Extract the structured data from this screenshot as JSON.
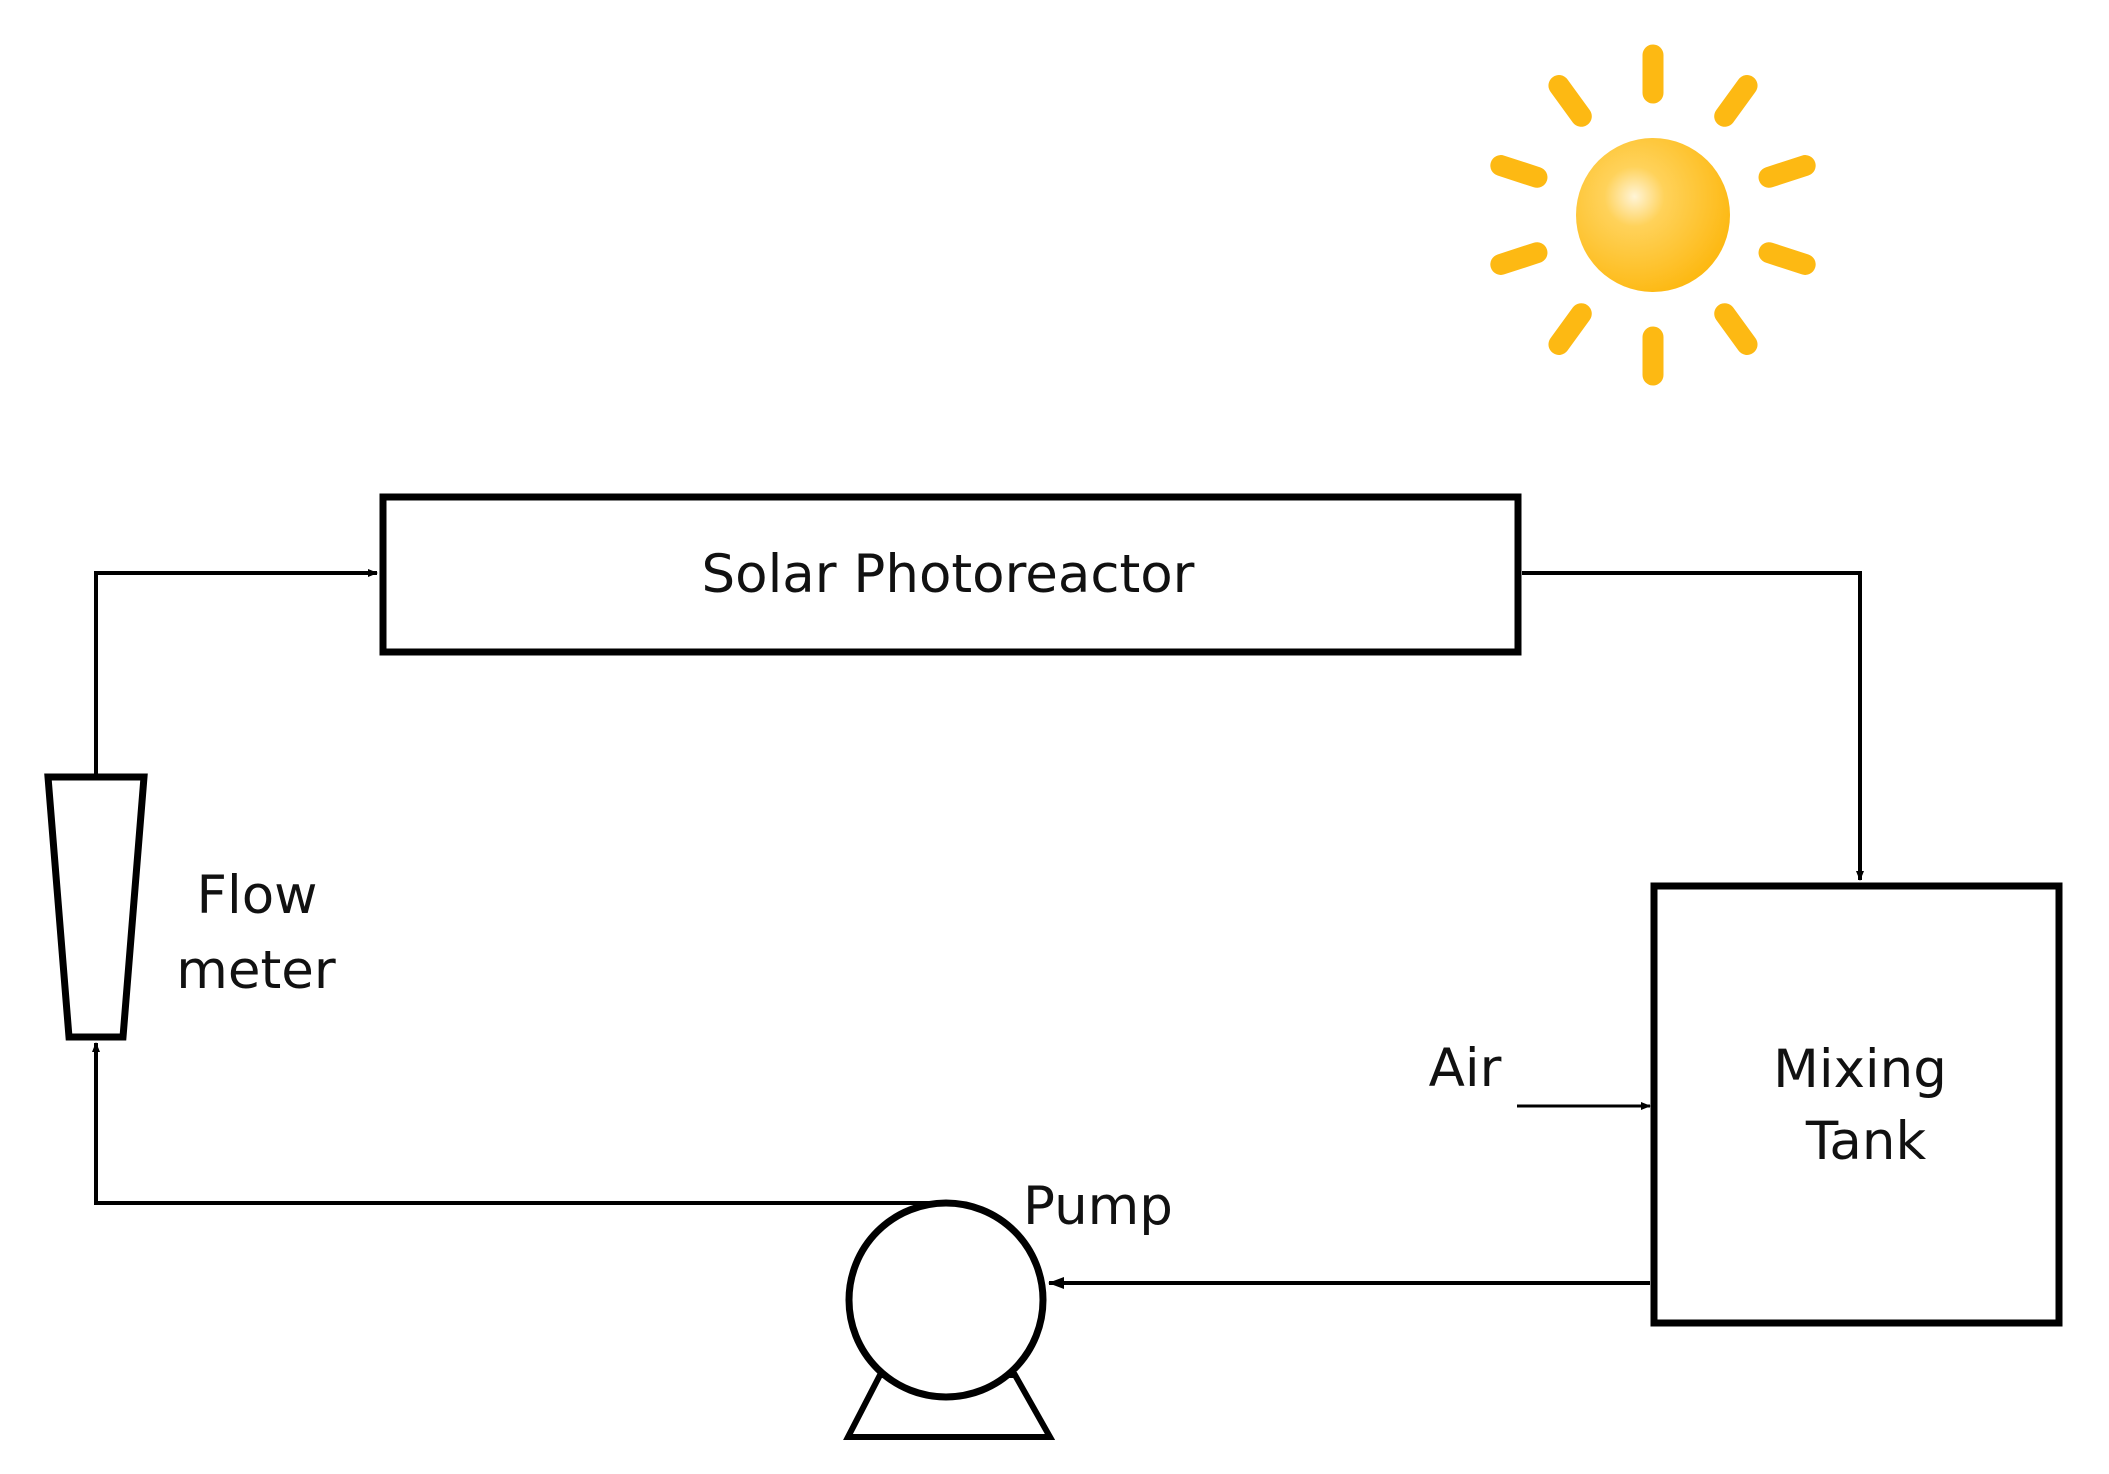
{
  "labels": {
    "reactor": "Solar Photoreactor",
    "flow_meter_line1": "Flow",
    "flow_meter_line2": "meter",
    "mixing_tank_line1": "Mixing",
    "mixing_tank_line2": "Tank",
    "air": "Air",
    "pump": "Pump"
  },
  "colors": {
    "line": "#000000",
    "sun": "#FDB913",
    "sun_highlight": "#FFF4D6"
  },
  "icons": {
    "sun": "sun-icon",
    "pump": "pump-icon",
    "flow_meter": "flow-meter-icon"
  }
}
